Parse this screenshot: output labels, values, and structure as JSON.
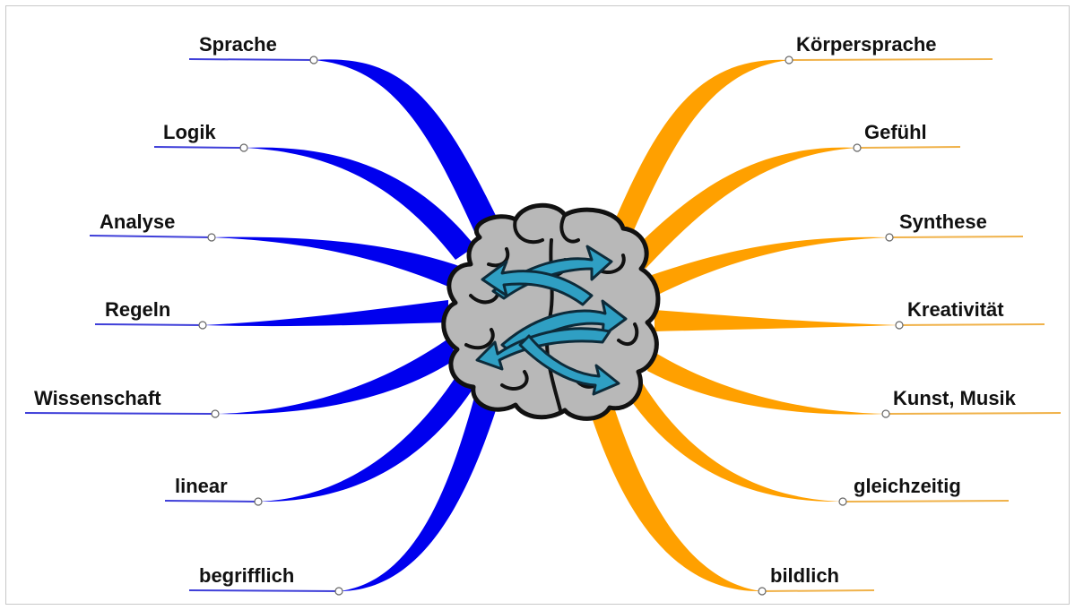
{
  "colors": {
    "left_branch": "#0000ee",
    "left_underline": "#3f3fd9",
    "right_branch": "#ffa000",
    "right_underline": "#f0b24a",
    "brain_fill": "#b8b8b8",
    "brain_outline": "#111111",
    "arrow_fill": "#2f9fc3",
    "arrow_outline": "#0d2b3a"
  },
  "center": {
    "image": "brain-with-arrows"
  },
  "left_branches": [
    {
      "label": "Sprache"
    },
    {
      "label": "Logik"
    },
    {
      "label": "Analyse"
    },
    {
      "label": "Regeln"
    },
    {
      "label": "Wissenschaft"
    },
    {
      "label": "linear"
    },
    {
      "label": "begrifflich"
    }
  ],
  "right_branches": [
    {
      "label": "Körpersprache"
    },
    {
      "label": "Gefühl"
    },
    {
      "label": "Synthese"
    },
    {
      "label": "Kreativität"
    },
    {
      "label": "Kunst, Musik"
    },
    {
      "label": "gleichzeitig"
    },
    {
      "label": "bildlich"
    }
  ]
}
